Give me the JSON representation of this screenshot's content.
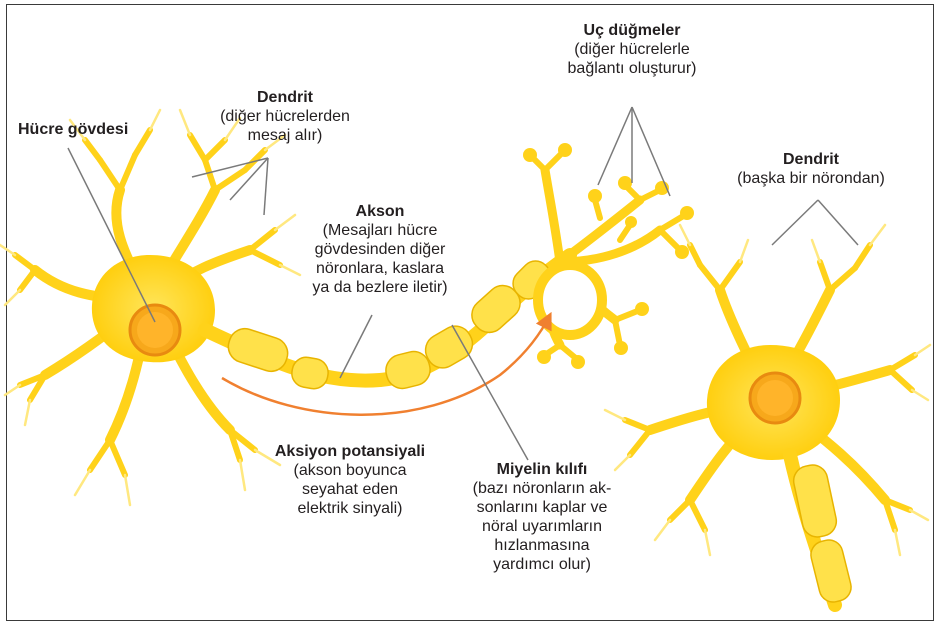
{
  "labels": {
    "cell_body": {
      "title": "Hücre gövdesi"
    },
    "dendrite_left": {
      "title": "Dendrit",
      "line1": "(diğer hücrelerden",
      "line2": "mesaj alır)"
    },
    "axon": {
      "title": "Akson",
      "line1": "(Mesajları hücre",
      "line2": "gövdesinden diğer",
      "line3": "nöronlara, kaslara",
      "line4": "ya da bezlere iletir)"
    },
    "terminal_buttons": {
      "title": "Uç düğmeler",
      "line1": "(diğer hücrelerle",
      "line2": "bağlantı oluşturur)"
    },
    "dendrite_right": {
      "title": "Dendrit",
      "line1": "(başka bir nörondan)"
    },
    "action_potential": {
      "title": "Aksiyon potansiyali",
      "line1": "(akson boyunca",
      "line2": "seyahat eden",
      "line3": "elektrik sinyali)"
    },
    "myelin": {
      "title": "Miyelin kılıfı",
      "line1": "(bazı nöronların ak-",
      "line2": "sonlarını kaplar ve",
      "line3": "nöral uyarımların",
      "line4": "hızlanmasına",
      "line5": "yardımcı olur)"
    }
  },
  "colors": {
    "neuron_fill": "#FFD21A",
    "neuron_light": "#FFE880",
    "neuron_edge": "#F4B400",
    "nucleus_fill": "#F7A81B",
    "nucleus_edge": "#E88A10",
    "myelin_fill": "#FFE14A",
    "myelin_edge": "#E8B400",
    "arrow": "#F08030",
    "leader": "#7a7a7a",
    "text": "#231f20"
  }
}
